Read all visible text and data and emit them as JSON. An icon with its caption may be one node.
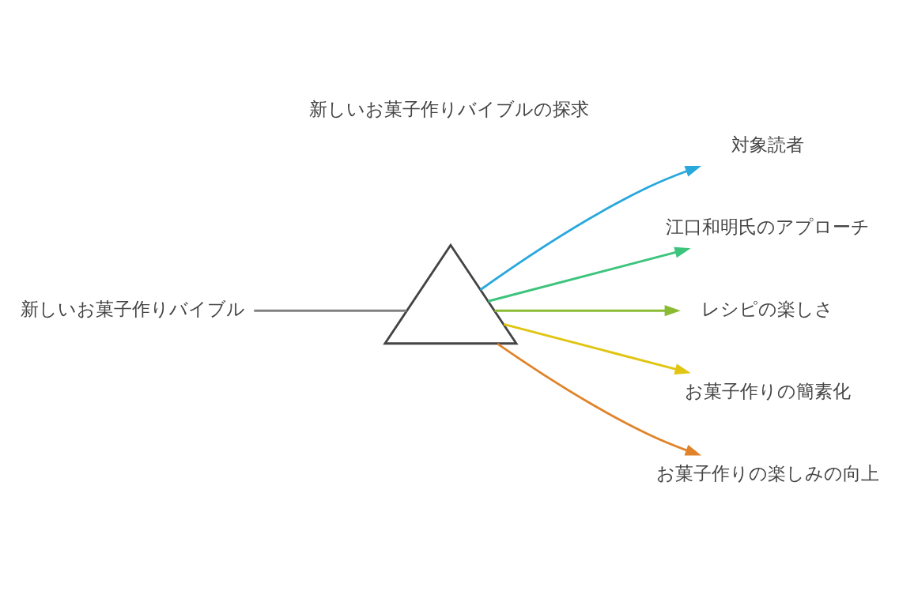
{
  "diagram": {
    "title": "新しいお菓子作りバイブルの探求",
    "nodes": [
      {
        "text": [
          "新しいお菓子作りバイブル"
        ]
      },
      {
        "text": [],
        "shape": "triangle"
      },
      {
        "text": [
          "対象読者"
        ]
      },
      {
        "text": [
          "江口和明氏のアプローチ"
        ]
      },
      {
        "text": [
          "レシピの楽しさ"
        ]
      },
      {
        "text": [
          "お菓子作りの簡素化"
        ]
      },
      {
        "text": [
          "お菓子作りの楽しみの向上"
        ]
      }
    ],
    "edges": [
      {
        "from": 0,
        "to": 1,
        "arrow": "none",
        "color": "#808080"
      },
      {
        "from": 1,
        "to": 2,
        "arrow": "to",
        "color": "#29a8dc"
      },
      {
        "from": 1,
        "to": 3,
        "arrow": "to",
        "color": "#3cc47c"
      },
      {
        "from": 1,
        "to": 4,
        "arrow": "to",
        "color": "#8bbb33"
      },
      {
        "from": 1,
        "to": 5,
        "arrow": "to",
        "color": "#e0c512"
      },
      {
        "from": 1,
        "to": 6,
        "arrow": "to",
        "color": "#e0832a"
      }
    ]
  }
}
